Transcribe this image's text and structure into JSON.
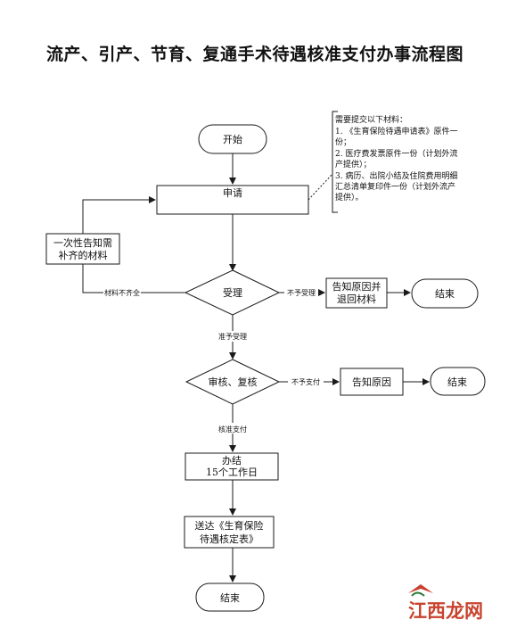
{
  "title": "流产、引产、节育、复通手术待遇核准支付办事流程图",
  "nodes": {
    "start": "开始",
    "apply": "申请",
    "notify_once_line1": "一次性告知需",
    "notify_once_line2": "补齐的材料",
    "accept": "受理",
    "notify_return_line1": "告知原因并",
    "notify_return_line2": "退回材料",
    "end1": "结束",
    "review": "审核、复核",
    "notify_reason": "告知原因",
    "end2": "结束",
    "complete_line1": "办结",
    "complete_line2": "15个工作日",
    "deliver_line1": "送达《生育保险",
    "deliver_line2": "待遇核定表》",
    "end3": "结束"
  },
  "edges": {
    "incomplete": "材料不齐全",
    "not_accept": "不予受理",
    "accepted": "准予受理",
    "not_pay": "不予支付",
    "approved": "核准支付"
  },
  "note": {
    "lines": [
      "需要提交以下材料：",
      "1. 《生育保险待遇申请表》原件一",
      "份；",
      "2. 医疗费发票原件一份（计划外流",
      "产提供）；",
      "3. 病历、出院小结及住院费用明细",
      "汇总清单复印件一份（计划外流产",
      "提供）。"
    ]
  },
  "watermark": "江西龙网"
}
